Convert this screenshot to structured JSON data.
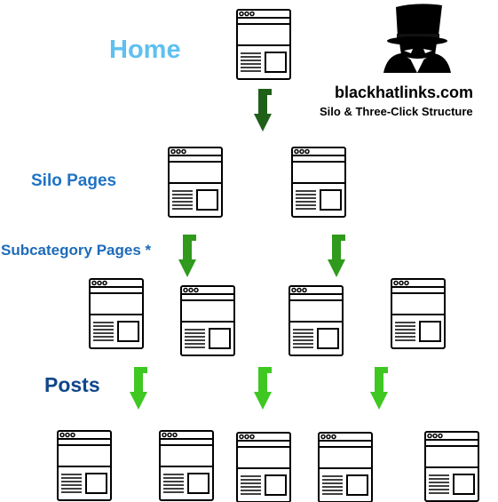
{
  "labels": {
    "home": "Home",
    "silo": "Silo Pages",
    "subcategory": "Subcategory Pages *",
    "posts": "Posts"
  },
  "brand": {
    "name": "blackhatlinks.com",
    "tagline": "Silo & Three-Click Structure"
  },
  "colors": {
    "home": "#5ec0f0",
    "silo": "#1f73c4",
    "subcategory": "#1d6bb8",
    "posts": "#11478a",
    "arrow_dark": "#1f5f18",
    "arrow_mid": "#2f9a1c",
    "arrow_light": "#3fc821"
  },
  "icons": [
    "webpage-icon",
    "hacker-hat-icon",
    "down-arrow-icon"
  ],
  "levels": [
    {
      "name": "home",
      "page_count": 1
    },
    {
      "name": "silo",
      "page_count": 2
    },
    {
      "name": "subcategory",
      "page_count": 4
    },
    {
      "name": "posts",
      "page_count": 5
    }
  ]
}
